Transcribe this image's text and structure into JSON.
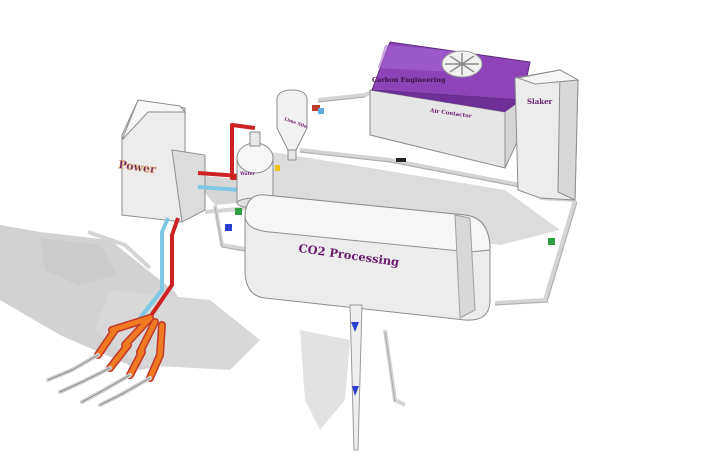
{
  "labels": {
    "power": "Power",
    "carbon": "Carbon Engineering",
    "air_contactor": "Air Contactor",
    "slaker": "Slaker",
    "co2_processing": "CO2 Processing",
    "water": "Water",
    "lime_silo": "Lime Silo"
  },
  "colors": {
    "label_purple": "#6a1b6e",
    "unit_purple": "#8e44b8",
    "pipe_red": "#cc2222",
    "pipe_cyan": "#7ec8e3",
    "manifold_orange": "#f07a22",
    "arrow_blue": "#2a3fd0",
    "arrow_green": "#2e9e3e",
    "frame_gray": "#d7d7d7",
    "shadow_gray": "#d0d0d0"
  },
  "icons": {
    "fan": "fan-icon",
    "arrow_down": "arrow-down-icon"
  }
}
